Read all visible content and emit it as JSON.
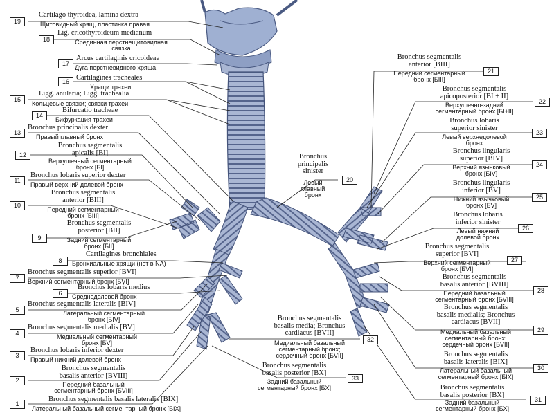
{
  "labels": {
    "l19": {
      "num": "19",
      "la": "Cartilago thyroidea, lamina dextra",
      "ru": "Щитовидный хрящ, пластинка правая"
    },
    "l18": {
      "num": "18",
      "la": "Lig. cricothyroideum medianum",
      "ru1": "Срединная перстнещитовидная",
      "ru2": "связка"
    },
    "l17": {
      "num": "17",
      "la": "Arcus cartilaginis cricoideae",
      "ru": "Дуга перстневидного хряща"
    },
    "l16": {
      "num": "16",
      "la": "Cartilagines tracheales",
      "ru": "Хрящи трахеи"
    },
    "l15": {
      "num": "15",
      "la": "Ligg. anularia; Ligg. trachealia",
      "ru": "Кольцевые связки; связки трахеи"
    },
    "l14": {
      "num": "14",
      "la": "Bifurcatio tracheae",
      "ru": "Бифуркация трахеи"
    },
    "l13": {
      "num": "13",
      "la": "Bronchus principalis dexter",
      "ru": "Правый главный бронх"
    },
    "l12": {
      "num": "12",
      "la1": "Bronchus segmentalis",
      "la2": "apicalis [BI]",
      "ru1": "Верхушечный сегментарный",
      "ru2": "бронх [БI]"
    },
    "l11": {
      "num": "11",
      "la": "Bronchus lobaris superior dexter",
      "ru": "Правый верхний долевой бронх"
    },
    "l10": {
      "num": "10",
      "la1": "Bronchus segmentalis",
      "la2": "anterior [BIII]",
      "ru1": "Передний сегментарный",
      "ru2": "бронх [БIII]"
    },
    "l9": {
      "num": "9",
      "la1": "Bronchus segmentalis",
      "la2": "posterior [BII]",
      "ru1": "Задний сегментарный",
      "ru2": "бронх [БII]"
    },
    "l8": {
      "num": "8",
      "la": "Cartilagines bronchiales",
      "ru": "Бронхиальные хрящи (нет в NA)"
    },
    "l7": {
      "num": "7",
      "la": "Bronchus segmentalis superior [BVI]",
      "ru": "Верхний сегментарный бронх [БVI]"
    },
    "l6": {
      "num": "6",
      "la": "Bronchus lobaris medius",
      "ru": "Среднедолевой бронх"
    },
    "l5": {
      "num": "5",
      "la": "Bronchus segmentalis lateralis [BIV]",
      "ru1": "Латеральный сегментарный",
      "ru2": "бронх [БIV]"
    },
    "l4": {
      "num": "4",
      "la": "Bronchus segmentalis medialis [BV]",
      "ru1": "Медиальный сегментарный",
      "ru2": "бронх [БV]"
    },
    "l3": {
      "num": "3",
      "la": "Bronchus lobaris inferior dexter",
      "ru": "Правый нижний долевой бронх"
    },
    "l2": {
      "num": "2",
      "la1": "Bronchus segmentalis",
      "la2": "basalis anterior [BVIII]",
      "ru1": "Передний базальный",
      "ru2": "сегментарный бронх [БVIII]"
    },
    "l1": {
      "num": "1",
      "la": "Bronchus segmentalis basalis lateralis [BIX]",
      "ru": "Латеральный базальный сегментарный бронх [БIX]"
    },
    "l20": {
      "num": "20",
      "la1": "Bronchus",
      "la2": "principalis",
      "la3": "sinister",
      "ru1": "Левый",
      "ru2": "главный",
      "ru3": "бронх"
    },
    "l21": {
      "num": "21",
      "la1": "Bronchus segmentalis",
      "la2": "anterior [BIII]",
      "ru1": "Передний сегментарный",
      "ru2": "бронх [БIII]"
    },
    "l22": {
      "num": "22",
      "la1": "Bronchus segmentalis",
      "la2": "apicoposterior [BI + II]",
      "ru1": "Верхушечно-задний",
      "ru2": "сегментарный бронх [БI+II]"
    },
    "l23": {
      "num": "23",
      "la1": "Bronchus lobaris",
      "la2": "superior sinister",
      "ru1": "Левый верхнедолевой",
      "ru2": "бронх"
    },
    "l24": {
      "num": "24",
      "la1": "Bronchus lingularis",
      "la2": "superior [BIV]",
      "ru1": "Верхний язычковый",
      "ru2": "бронх [БIV]"
    },
    "l25": {
      "num": "25",
      "la1": "Bronchus lingularis",
      "la2": "inferior [BV]",
      "ru1": "Нижний язычковый",
      "ru2": "бронх [БV]"
    },
    "l26": {
      "num": "26",
      "la1": "Bronchus lobaris",
      "la2": "inferior sinister",
      "ru1": "Левый нижний",
      "ru2": "долевой бронх"
    },
    "l27": {
      "num": "27",
      "la1": "Bronchus segmentalis",
      "la2": "superior [BVI]",
      "ru1": "Верхний сегментарный",
      "ru2": "бронх [БVI]"
    },
    "l28": {
      "num": "28",
      "la1": "Bronchus segmentalis",
      "la2": "basalis anterior [BVIII]",
      "ru1": "Передний базальный",
      "ru2": "сегментарный бронх [БVIII]"
    },
    "l29": {
      "num": "29",
      "la1": "Bronchus segmentalis",
      "la2": "basalis medialis; Bronchus",
      "la3": "cardiacus [BVII]",
      "ru1": "Медиальный базальный",
      "ru2": "сегментарный бронх;",
      "ru3": "сердечный бронх [БVII]"
    },
    "l30": {
      "num": "30",
      "la1": "Bronchus segmentalis",
      "la2": "basalis lateralis [BIX]",
      "ru1": "Латеральный базальный",
      "ru2": "сегментарный бронх [БIX]"
    },
    "l31": {
      "num": "31",
      "la1": "Bronchus segmentalis",
      "la2": "basalis posterior [BX]",
      "ru1": "Задний базальный",
      "ru2": "сегментарный бронх [БX]"
    },
    "l32": {
      "num": "32",
      "la1": "Bronchus segmentalis",
      "la2": "basalis media; Bronchus",
      "la3": "cardiacus [BVII]",
      "ru1": "Медиальный базальный",
      "ru2": "сегментарный бронх;",
      "ru3": "сердечный бронх [БVII]"
    },
    "l33": {
      "num": "33",
      "la1": "Bronchus segmentalis",
      "la2": "basalis posterior [BX]",
      "ru1": "Задний базальный",
      "ru2": "сегментарный бронх [БX]"
    }
  },
  "colors": {
    "cartilage": "#9aa9c9",
    "cartilage_dark": "#5b6b93",
    "line": "#222222"
  }
}
